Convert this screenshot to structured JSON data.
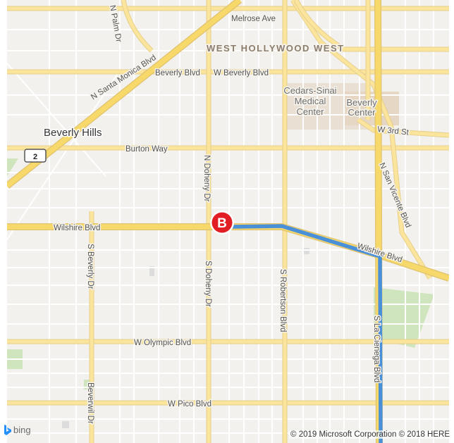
{
  "map": {
    "provider": "bing",
    "colors": {
      "background": "#f3f1ed",
      "arterial": "#fbe49b",
      "major": "#f7d86a",
      "route": "#4a90d9",
      "marker": "#e01e24",
      "park": "#cfe5bd"
    },
    "districts": [
      {
        "id": "west-hollywood-west",
        "label": "WEST HOLLYWOOD WEST"
      }
    ],
    "places": [
      {
        "id": "beverly-hills",
        "label": "Beverly Hills"
      }
    ],
    "pois": [
      {
        "id": "cedars-sinai",
        "lines": [
          "Cedars-Sinai",
          "Medical",
          "Center"
        ]
      },
      {
        "id": "beverly-center",
        "lines": [
          "Beverly",
          "Center"
        ]
      }
    ],
    "shield": {
      "label": "2",
      "type": "state-route"
    },
    "streets": {
      "melrose": "Melrose Ave",
      "n_palm": "N Palm Dr",
      "n_santa_monica": "N Santa Monica Blvd",
      "beverly": "Beverly Blvd",
      "w_beverly": "W Beverly Blvd",
      "burton": "Burton Way",
      "w_3rd": "W 3rd St",
      "n_doheny": "N Doheny Dr",
      "n_san_vicente": "N San Vicente Blvd",
      "wilshire_west": "Wilshire Blvd",
      "wilshire_east": "Wilshire Blvd",
      "s_beverly": "S Beverly Dr",
      "s_doheny": "S Doheny Dr",
      "s_robertson": "S Robertson Blvd",
      "s_la_cienega": "S La Cienega Blvd",
      "w_olympic": "W Olympic Blvd",
      "w_pico": "W Pico Blvd",
      "beverwil": "Beverwil Dr"
    },
    "route": {
      "color": "#4a90d9"
    },
    "marker": {
      "label": "B"
    },
    "logo": {
      "text": "bing"
    },
    "copyright": "© 2019 Microsoft Corporation © 2018 HERE"
  }
}
